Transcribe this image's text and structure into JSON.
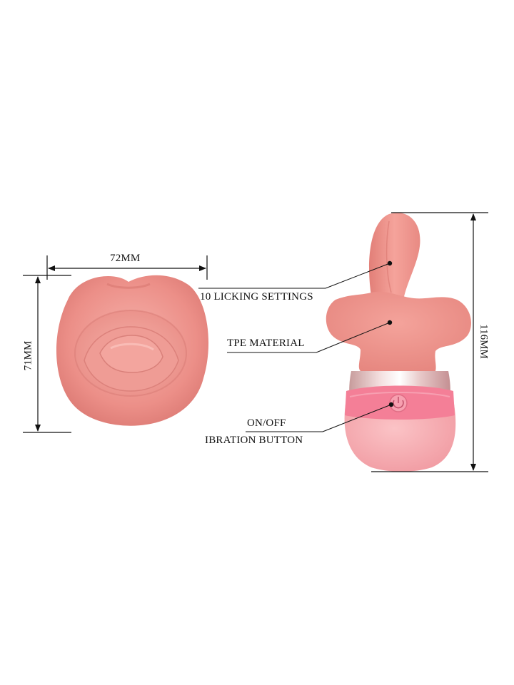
{
  "dimensions": {
    "width_label": "72MM",
    "height_label": "71MM",
    "length_label": "116MM"
  },
  "callouts": {
    "licking": "10 LICKING SETTINGS",
    "material": "TPE MATERIAL",
    "button_line1": "ON/OFF",
    "button_line2": "IBRATION BUTTON"
  },
  "colors": {
    "lip_main": "#ec8d87",
    "lip_light": "#f4aaa3",
    "tongue": "#f0918a",
    "body_pink": "#f7a8ad",
    "band_pink": "#f07e95",
    "chrome": "#d9b8b8"
  }
}
